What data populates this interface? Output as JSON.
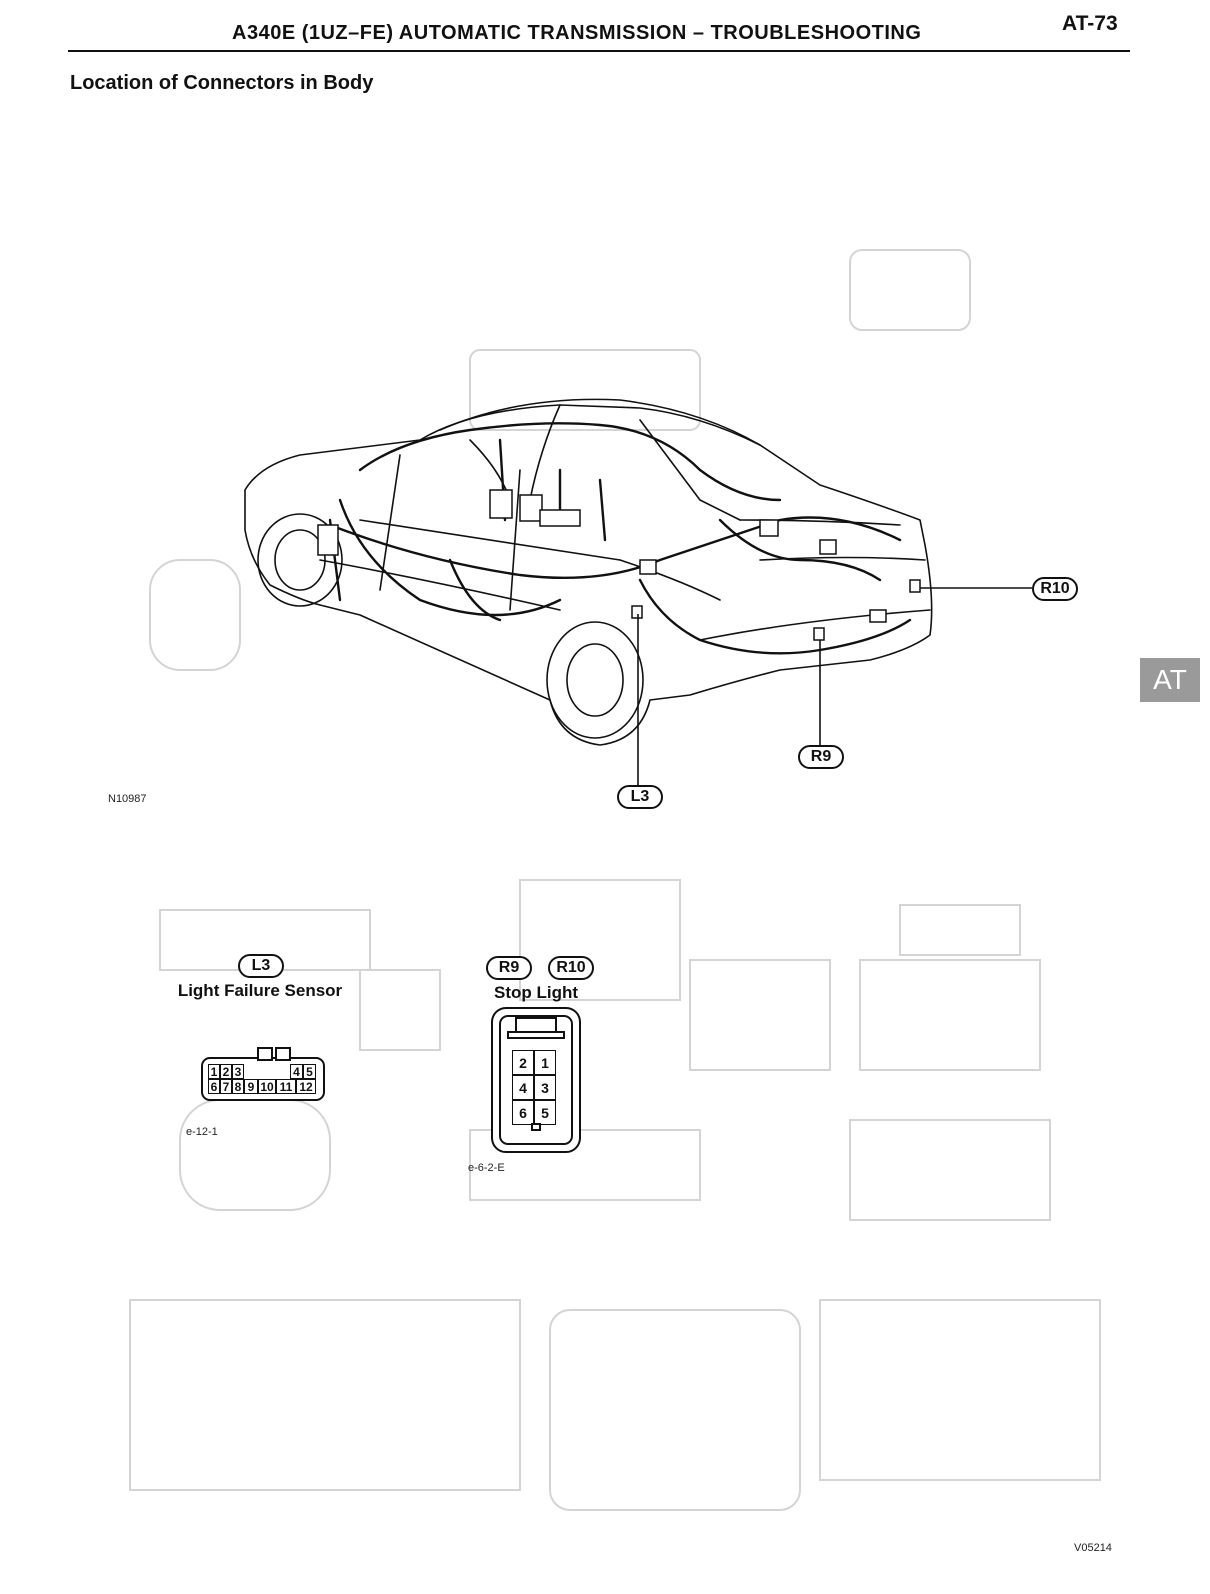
{
  "header": {
    "title": "A340E (1UZ–FE) AUTOMATIC TRANSMISSION – TROUBLESHOOTING",
    "page": "AT-73"
  },
  "section_title": "Location of Connectors in Body",
  "side_tab": "AT",
  "figure": {
    "code": "N10987",
    "callouts": [
      "R10",
      "R9",
      "L3"
    ]
  },
  "connectors": [
    {
      "ids": [
        "L3"
      ],
      "name": "Light Failure Sensor",
      "code": "e-12-1",
      "pins_top": [
        "1",
        "2",
        "3",
        "4",
        "5"
      ],
      "pins_bottom": [
        "6",
        "7",
        "8",
        "9",
        "10",
        "11",
        "12"
      ]
    },
    {
      "ids": [
        "R9",
        "R10"
      ],
      "name": "Stop Light",
      "code": "e-6-2-E",
      "pins": [
        [
          "2",
          "1"
        ],
        [
          "4",
          "3"
        ],
        [
          "6",
          "5"
        ]
      ]
    }
  ],
  "footer_code": "V05214"
}
